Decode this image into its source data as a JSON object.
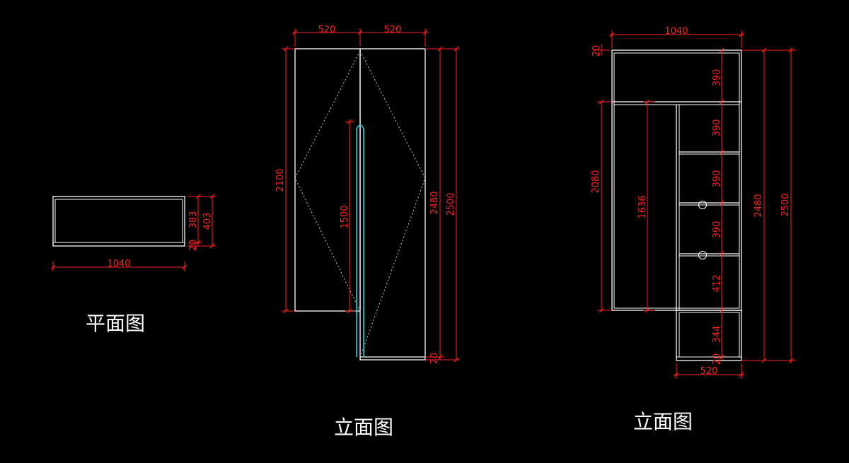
{
  "titles": {
    "plan": "平面图",
    "elevation_front": "立面图",
    "elevation_section": "立面图"
  },
  "colors": {
    "background": "#000000",
    "lines": "#ffffff",
    "dimensions": "#ff2020",
    "handle": "#20d0e0"
  },
  "plan_dims": {
    "width": "1040",
    "depth_inner": "383",
    "depth_total": "403",
    "back_panel": "20"
  },
  "front_dims": {
    "left_door": "520",
    "right_door": "520",
    "upper_height": "2100",
    "handle_length": "1500",
    "inner_height": "2480",
    "total_height": "2500",
    "base": "20"
  },
  "section_dims": {
    "width": "1040",
    "top_panel": "20",
    "shelf_1": "390",
    "shelf_2": "390",
    "shelf_3": "390",
    "shelf_4": "390",
    "shelf_5": "412",
    "bottom_box": "344",
    "bottom_panel": "20",
    "left_height": "2080",
    "hanging_height": "1636",
    "inner_height": "2480",
    "total_height": "2500",
    "bottom_width": "520"
  }
}
